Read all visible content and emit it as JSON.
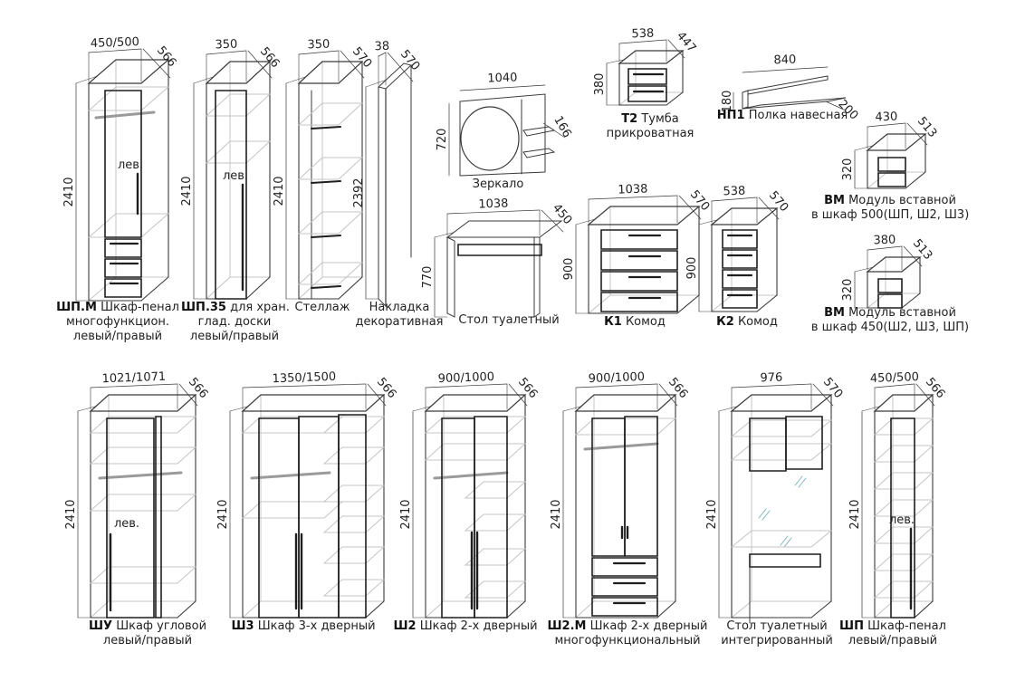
{
  "colors": {
    "line": "#3a3a3a",
    "thin": "#c4c4c4",
    "dark": "#1e1e1e",
    "glass": "#7fb3b8",
    "rod": "#9a9a9a"
  },
  "items": [
    {
      "id": "shp-m",
      "type": "penal_drawers",
      "code": "ШП.М",
      "name": "Шкаф-пенал",
      "name2": "многофункцион.",
      "name3": "левый/правый",
      "width": "450/500",
      "depth": "566",
      "height": "2410",
      "side": "лев."
    },
    {
      "id": "shp-35",
      "type": "penal",
      "code": "ШП.35",
      "name": "для хран.",
      "name2": "глад. доски",
      "name3": "левый/правый",
      "width": "350",
      "depth": "566",
      "height": "2410",
      "side": "лев."
    },
    {
      "id": "stellazh",
      "type": "rack",
      "code": "",
      "name": "Стеллаж",
      "width": "350",
      "depth": "570",
      "height": "2410"
    },
    {
      "id": "nakladka",
      "type": "panel",
      "code": "",
      "name": "Накладка",
      "name2": "декоративная",
      "width": "38",
      "depth": "570",
      "height": "2392"
    },
    {
      "id": "zerkalo",
      "type": "mirror",
      "code": "",
      "name": "Зеркало",
      "width": "1040",
      "depth": "166",
      "height": "720"
    },
    {
      "id": "t2",
      "type": "nightstand",
      "code": "Т2",
      "name": "Тумба",
      "name2": "прикроватная",
      "width": "538",
      "depth": "447",
      "height": "380"
    },
    {
      "id": "np1",
      "type": "shelf",
      "code": "НП1",
      "name": "Полка навесная",
      "width": "840",
      "depth": "200",
      "height": "180"
    },
    {
      "id": "vm500",
      "type": "insert",
      "code": "ВМ",
      "name": "Модуль вставной",
      "name2": "в шкаф 500(ШП, Ш2, Ш3)",
      "width": "430",
      "depth": "513",
      "height": "320"
    },
    {
      "id": "stol",
      "type": "table",
      "code": "",
      "name": "Стол туалетный",
      "width": "1038",
      "depth": "450",
      "height": "770"
    },
    {
      "id": "k1",
      "type": "chest_wide",
      "code": "К1",
      "name": "Комод",
      "width": "1038",
      "depth": "570",
      "height": "900"
    },
    {
      "id": "k2",
      "type": "chest_narrow",
      "code": "К2",
      "name": "Комод",
      "width": "538",
      "depth": "570",
      "height": "900"
    },
    {
      "id": "vm450",
      "type": "insert",
      "code": "ВМ",
      "name": "Модуль вставной",
      "name2": "в шкаф 450(Ш2, Ш3, ШП)",
      "width": "380",
      "depth": "513",
      "height": "320"
    },
    {
      "id": "shu",
      "type": "wardrobe_corner",
      "code": "ШУ",
      "name": "Шкаф угловой",
      "name2": "левый/правый",
      "width": "1021/1071",
      "depth": "566",
      "height": "2410",
      "side": "лев."
    },
    {
      "id": "sh3",
      "type": "wardrobe3",
      "code": "Ш3",
      "name": "Шкаф 3-х дверный",
      "width": "1350/1500",
      "depth": "566",
      "height": "2410"
    },
    {
      "id": "sh2",
      "type": "wardrobe2",
      "code": "Ш2",
      "name": "Шкаф 2-х дверный",
      "width": "900/1000",
      "depth": "566",
      "height": "2410"
    },
    {
      "id": "sh2m",
      "type": "wardrobe2m",
      "code": "Ш2.М",
      "name": "Шкаф 2-х дверный",
      "name2": "многофункциональный",
      "width": "900/1000",
      "depth": "566",
      "height": "2410"
    },
    {
      "id": "stol-int",
      "type": "vanity_integrated",
      "code": "",
      "name": "Стол туалетный",
      "name2": "интегрированный",
      "width": "976",
      "depth": "570",
      "height": "2410"
    },
    {
      "id": "shp",
      "type": "penal_shelves",
      "code": "ШП",
      "name": "Шкаф-пенал",
      "name2": "левый/правый",
      "width": "450/500",
      "depth": "566",
      "height": "2410",
      "side": "лев."
    }
  ]
}
